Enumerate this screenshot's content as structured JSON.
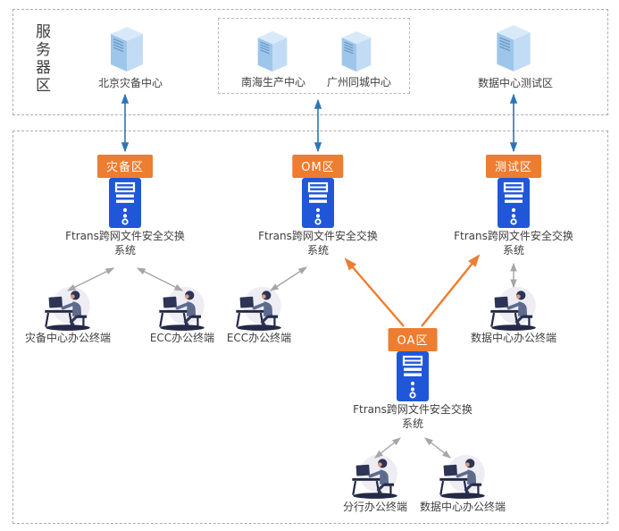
{
  "server_zone": {
    "label": "服务器区",
    "servers": [
      {
        "name": "北京灾备中心"
      },
      {
        "name": "南海生产中心"
      },
      {
        "name": "广州同城中心"
      },
      {
        "name": "数据中心测试区"
      }
    ]
  },
  "zones": [
    {
      "tag": "灾备区",
      "system": "Ftrans跨网文件安全交换\n系统"
    },
    {
      "tag": "OM区",
      "system": "Ftrans跨网文件安全交换\n系统"
    },
    {
      "tag": "测试区",
      "system": "Ftrans跨网文件安全交换\n系统"
    },
    {
      "tag": "OA区",
      "system": "Ftrans跨网文件安全交换\n系统"
    }
  ],
  "terminals": [
    {
      "name": "灾备中心办公终端"
    },
    {
      "name": "ECC办公终端"
    },
    {
      "name": "ECC办公终端"
    },
    {
      "name": "数据中心办公终端"
    },
    {
      "name": "分行办公终端"
    },
    {
      "name": "数据中心办公终端"
    }
  ],
  "icons": {
    "server_3d": "server-3d-icon",
    "tower": "tower-server-icon",
    "terminal": "person-at-desk-icon"
  },
  "colors": {
    "accent_orange": "#ED7D31",
    "blue_arrow": "#2E75B6",
    "tower_blue": "#2057D8",
    "gray_arrow": "#A6A6A6",
    "dashed_border": "#ADADAD",
    "text": "#404040"
  }
}
